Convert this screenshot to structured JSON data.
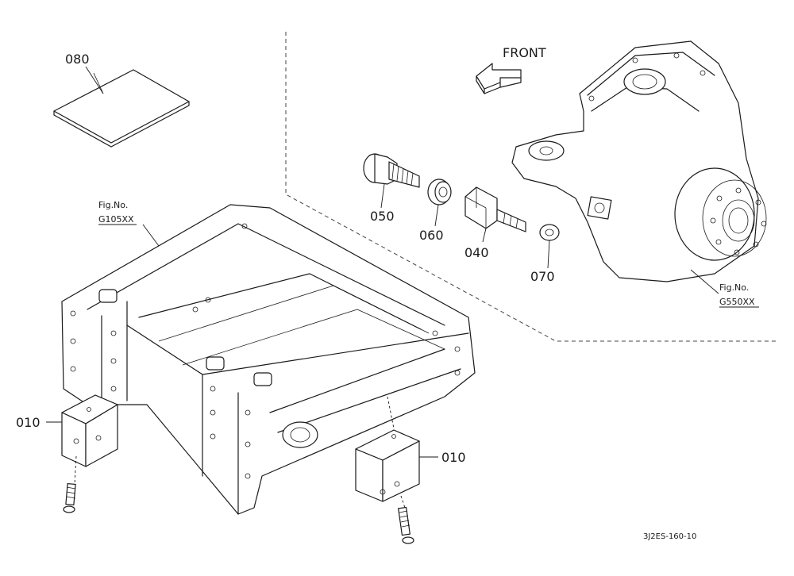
{
  "direction_label": "FRONT",
  "parts": [
    {
      "number": "080"
    },
    {
      "number": "050"
    },
    {
      "number": "060"
    },
    {
      "number": "040"
    },
    {
      "number": "070"
    },
    {
      "number": "010"
    },
    {
      "number": "010"
    }
  ],
  "figure_refs": [
    {
      "title": "Fig.No.",
      "code": "G105XX"
    },
    {
      "title": "Fig.No.",
      "code": "G550XX"
    }
  ],
  "diagram_code": "3J2ES-160-10"
}
